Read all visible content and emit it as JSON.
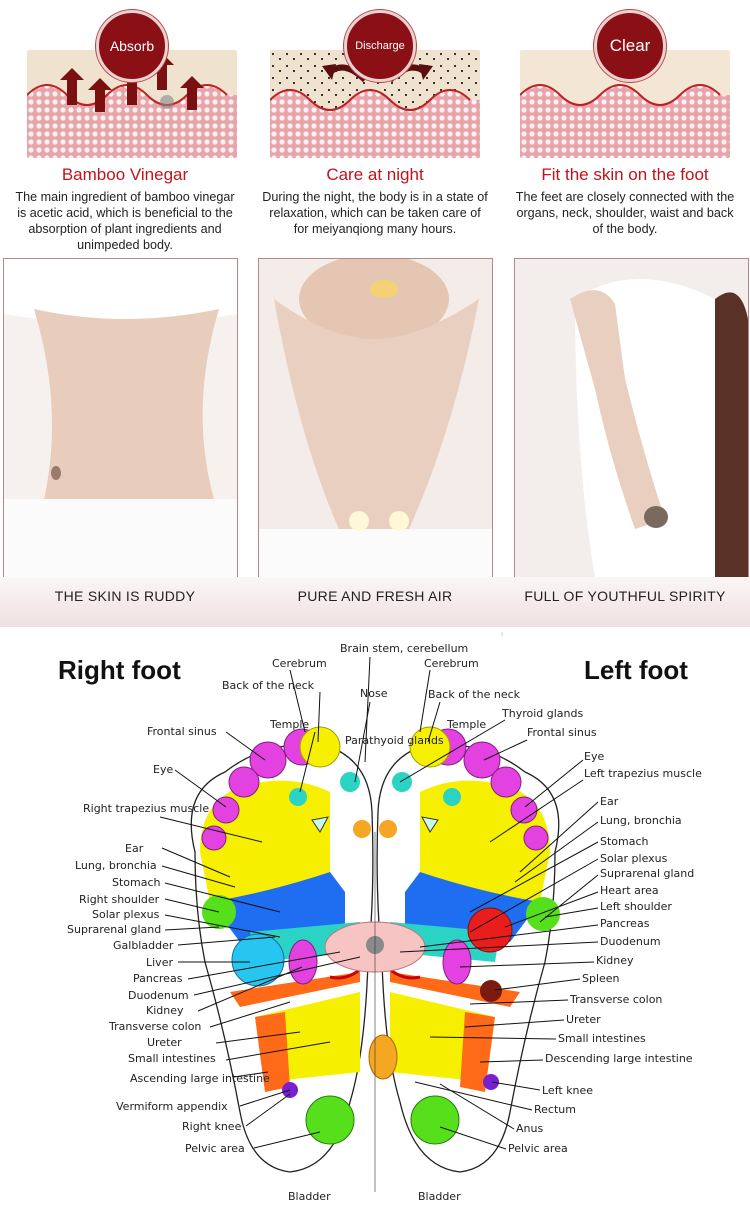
{
  "steps": [
    {
      "badge": "Absorb",
      "title": "Bamboo Vinegar",
      "desc": "The main ingredient of bamboo vinegar is acetic acid, which is beneficial to the absorption of plant ingredients and unimpeded body."
    },
    {
      "badge": "Discharge",
      "title": "Care at night",
      "desc": "During the night, the body is in a state of relaxation, which can be taken care of for meiyanqiong many hours."
    },
    {
      "badge": "Clear",
      "title": "Fit the skin on the foot",
      "desc": "The feet are closely connected with the organs, neck, shoulder, waist and back of the body."
    }
  ],
  "captions": [
    "THE SKIN IS RUDDY",
    "PURE AND FRESH AIR",
    "FULL OF YOUTHFUL SPIRITY"
  ],
  "chart": {
    "right_title": "Right foot",
    "left_title": "Left foot",
    "center_labels": [
      "Brain stem, cerebellum",
      "Nose",
      "Parathyoid glands"
    ],
    "right_labels": [
      "Cerebrum",
      "Back of the neck",
      "Temple",
      "Frontal sinus",
      "Eye",
      "Right trapezius muscle",
      "Ear",
      "Lung, bronchia",
      "Stomach",
      "Right shoulder",
      "Solar plexus",
      "Suprarenal gland",
      "Galbladder",
      "Liver",
      "Pancreas",
      "Duodenum",
      "Kidney",
      "Transverse colon",
      "Ureter",
      "Small intestines",
      "Ascending large intestine",
      "Vermiform appendix",
      "Right knee",
      "Pelvic area",
      "Bladder"
    ],
    "left_labels": [
      "Cerebrum",
      "Back of the neck",
      "Thyroid glands",
      "Temple",
      "Frontal sinus",
      "Eye",
      "Left trapezius muscle",
      "Ear",
      "Lung, bronchia",
      "Stomach",
      "Solar plexus",
      "Suprarenal gland",
      "Heart area",
      "Left shoulder",
      "Pancreas",
      "Duodenum",
      "Kidney",
      "Spleen",
      "Transverse colon",
      "Ureter",
      "Small intestines",
      "Descending large intestine",
      "Left knee",
      "Rectum",
      "Anus",
      "Pelvic area",
      "Bladder"
    ]
  },
  "colors": {
    "accent": "#c0131b",
    "badge": "#8b1016"
  }
}
